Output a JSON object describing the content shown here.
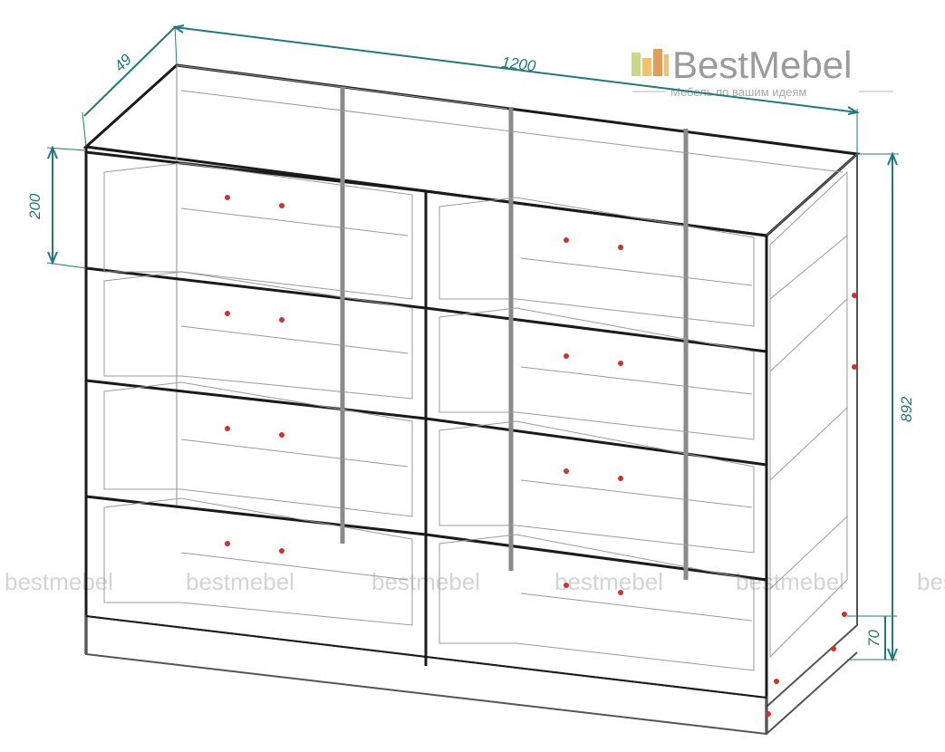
{
  "dimensions": {
    "width": "1200",
    "depth": "49",
    "height": "892",
    "drawer_height": "200",
    "plinth_height": "70"
  },
  "logo": {
    "name": "BestMebel",
    "tagline": "Мебель по вашим идеям",
    "colors": [
      "#c9d98a",
      "#f2c26b",
      "#e59a5a"
    ]
  },
  "watermark": {
    "text": "bestmebel",
    "color": "#d4d4d4"
  },
  "colors": {
    "dimension": "#1f7a7a",
    "outline": "#1a1a1a",
    "hardware": "#d32f2f"
  }
}
